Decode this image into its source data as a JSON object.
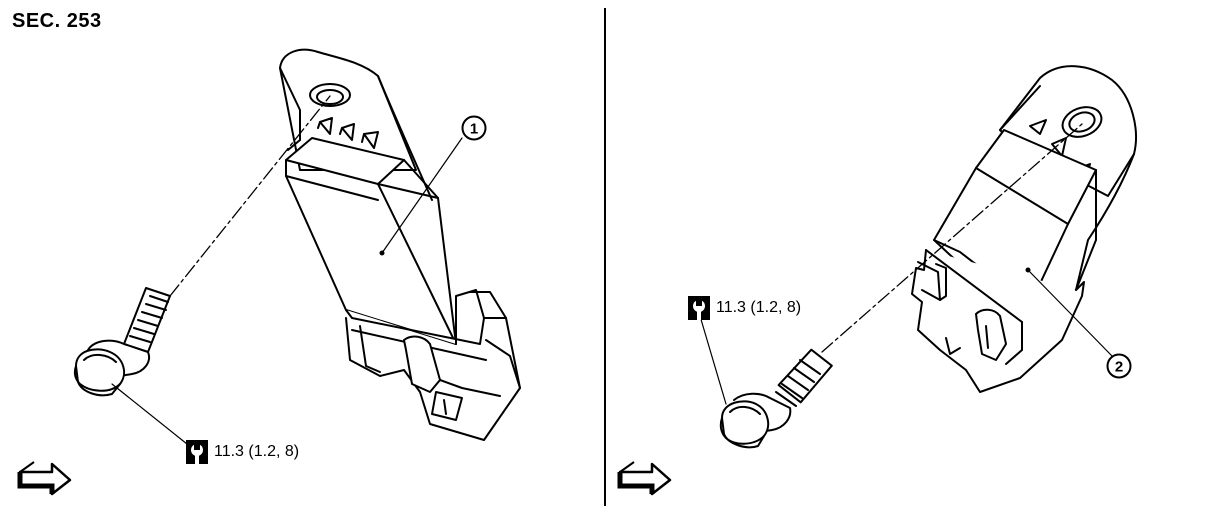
{
  "section_code": "SEC. 253",
  "left_panel": {
    "torque_label": "11.3 (1.2, 8)",
    "callout_number": "1"
  },
  "right_panel": {
    "torque_label": "11.3 (1.2, 8)",
    "callout_number": "2"
  },
  "icons": {
    "torque_wrench": "torque-wrench-icon",
    "front_arrow": "front-arrow-icon"
  }
}
